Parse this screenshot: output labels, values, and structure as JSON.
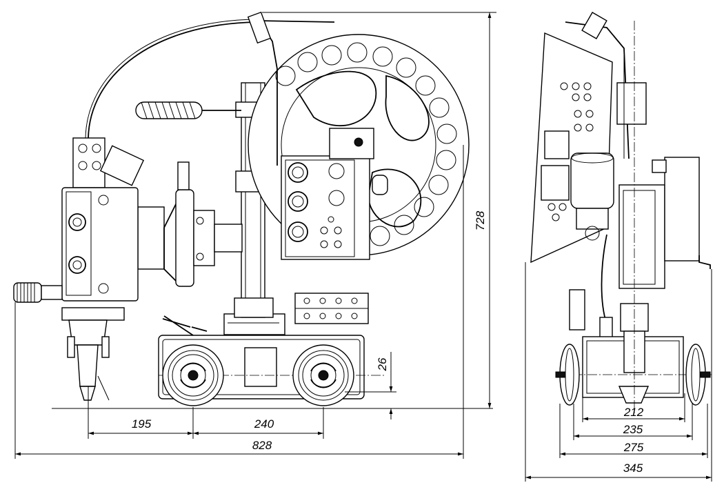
{
  "dimensions": {
    "left_view": {
      "height": "728",
      "wheel_height": "26",
      "torch_to_front_axle": "195",
      "axle_spacing": "240",
      "overall_length": "828"
    },
    "right_view": {
      "width_1": "212",
      "width_2": "235",
      "width_3": "275",
      "overall_width": "345"
    }
  },
  "colors": {
    "line": "#000000",
    "background": "#ffffff"
  }
}
